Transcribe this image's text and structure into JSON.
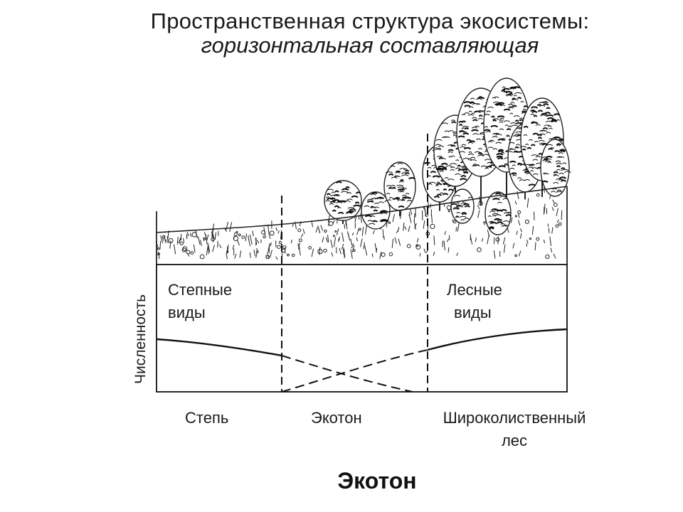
{
  "title": {
    "line1": "Пространственная структура экосистемы:",
    "line2": "горизонтальная составляющая"
  },
  "axis": {
    "ylabel": "Численность"
  },
  "species": {
    "steppe": [
      "Степные",
      "виды"
    ],
    "forest": [
      "Лесные",
      "виды"
    ]
  },
  "zones": {
    "steppe": "Степь",
    "ecotone": "Экотон",
    "forest": [
      "Широколиственный",
      "лес"
    ]
  },
  "caption": "Экотон",
  "illustration": {
    "subject": "steppe-to-forest landscape sketch",
    "style": "black ink line drawing"
  }
}
